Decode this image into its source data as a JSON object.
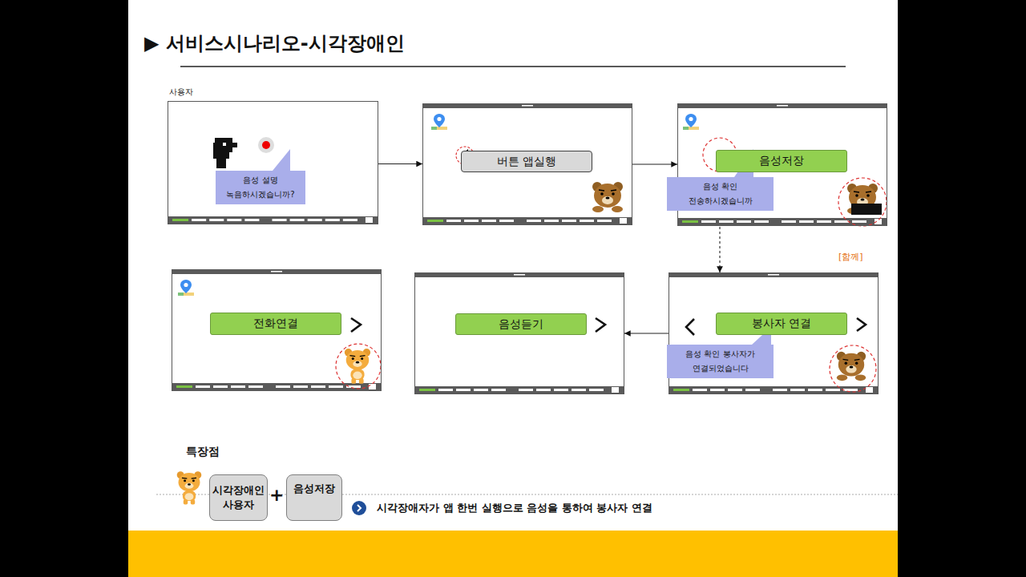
{
  "diagram": {
    "title": "▶ 서비스시나리오-시각장애인",
    "nodes": [
      {
        "text": [
          "사용자"
        ]
      },
      {
        "text": [
          "음성 설명 녹음하시겠습니까?"
        ],
        "in": 0
      },
      {
        "text": []
      },
      {
        "text": [
          "버튼 앱실행"
        ],
        "in": 2
      },
      {
        "text": []
      },
      {
        "text": [
          "음성저장"
        ],
        "in": 4
      },
      {
        "text": [
          "음성 확인 전송하시겠습니까"
        ],
        "in": 4
      },
      {
        "text": []
      },
      {
        "text": [
          "전화연결"
        ],
        "in": 7
      },
      {
        "text": []
      },
      {
        "text": [
          "음성듣기"
        ],
        "in": 9
      },
      {
        "text": []
      },
      {
        "text": [
          "봉사자 연결"
        ],
        "in": 11
      },
      {
        "text": [
          "음성 확인 봉사자가 연결되었습니다"
        ],
        "in": 11
      },
      {
        "text": [
          "시각장애인 사용자"
        ]
      },
      {
        "text": [
          "음성저장"
        ]
      }
    ],
    "edges": [
      {
        "from": 0,
        "to": 2,
        "arrow": "to"
      },
      {
        "from": 2,
        "to": 4,
        "arrow": "to"
      },
      {
        "from": 4,
        "to": 11,
        "arrow": "to"
      },
      {
        "from": 11,
        "to": 9,
        "arrow": "to"
      }
    ],
    "labels": [
      "[함께]",
      "특장점",
      "+",
      "시각장애자가 앱 한번 실행으로 음성을 통하여 봉사자 연결"
    ]
  }
}
